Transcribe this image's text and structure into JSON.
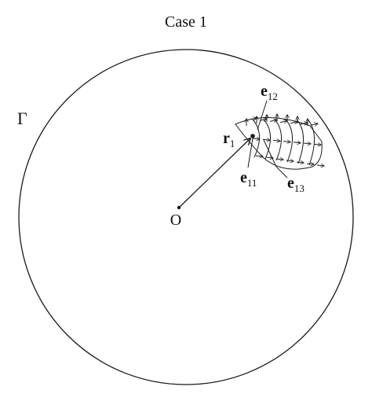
{
  "title": "Case 1",
  "boundary_label": "Γ",
  "origin_label": "O",
  "position_label": {
    "main": "r",
    "sub": "1"
  },
  "vector_labels": {
    "e11": {
      "main": "e",
      "sub": "11"
    },
    "e12": {
      "main": "e",
      "sub": "12"
    },
    "e13": {
      "main": "e",
      "sub": "13"
    }
  },
  "colors": {
    "ink": "#1a1a1a",
    "background": "#ffffff"
  }
}
